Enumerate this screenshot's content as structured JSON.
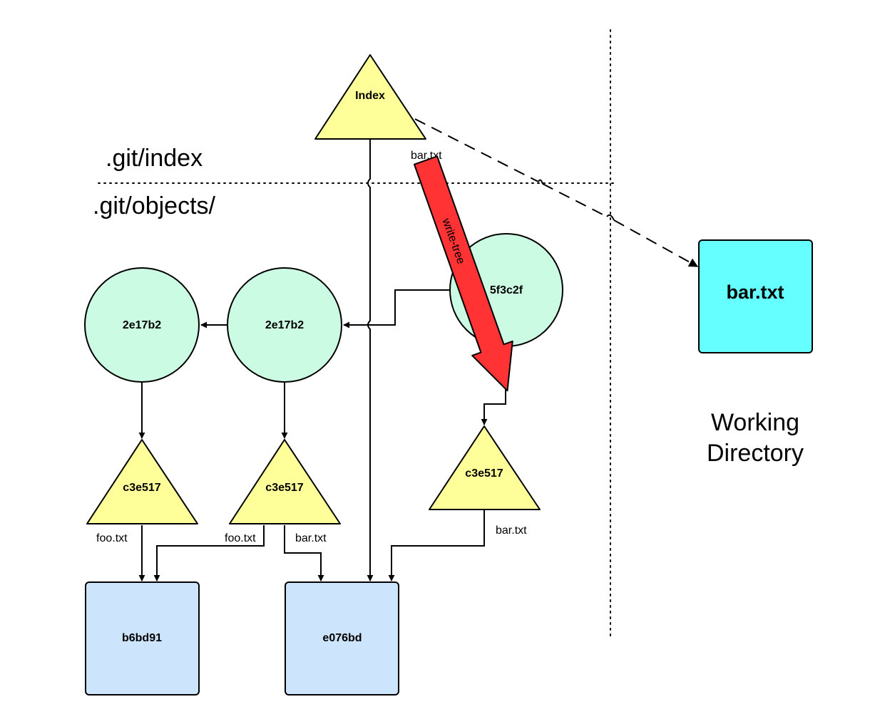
{
  "regions": {
    "index_label": ".git/index",
    "objects_label": ".git/objects/",
    "working_directory_line1": "Working",
    "working_directory_line2": "Directory"
  },
  "nodes": {
    "index": "Index",
    "commit_left": "2e17b2",
    "commit_mid": "2e17b2",
    "commit_new": "5f3c2f",
    "tree_left": "c3e517",
    "tree_mid": "c3e517",
    "tree_new": "c3e517",
    "blob_foo": "b6bd91",
    "blob_bar": "e076bd",
    "working_file": "bar.txt"
  },
  "edge_labels": {
    "index_to_working": "bar.txt",
    "tree_left_foo": "foo.txt",
    "tree_mid_foo": "foo.txt",
    "tree_mid_bar": "bar.txt",
    "tree_new_bar": "bar.txt"
  },
  "write_tree_arrow": {
    "label": "write-tree",
    "color": "#ff3333"
  },
  "colors": {
    "commit_fill": "#ccfbe4",
    "tree_fill": "#ffff99",
    "blob_fill": "#cce4fc",
    "working_file_fill": "#66ffff"
  }
}
